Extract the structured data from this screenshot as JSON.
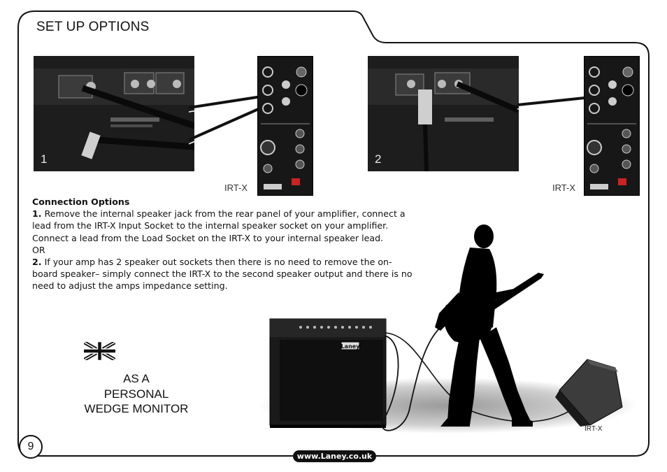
{
  "page": {
    "title": "SET UP OPTIONS",
    "page_number": "9",
    "website": "www.Laney.co.uk"
  },
  "figures": [
    {
      "number": "1",
      "device_label": "IRT-X"
    },
    {
      "number": "2",
      "device_label": "IRT-X"
    }
  ],
  "connection_options": {
    "heading": "Connection Options",
    "option1_num": "1.",
    "option1_text": " Remove the internal speaker jack from the rear panel of your amplifier, connect a lead from the IRT-X Input Socket to the internal speaker socket on your amplifier. Connect a lead from the Load Socket on the IRT-X to your internal speaker lead.",
    "or_text": "OR",
    "option2_num": "2.",
    "option2_text": " If your amp has 2 speaker out sockets then there is no need to remove the on-board speaker– simply connect the IRT-X to the second speaker output and there is no need to adjust the amps impedance setting."
  },
  "section": {
    "line1": "AS A",
    "line2": "PERSONAL",
    "line3": "WEDGE MONITOR"
  },
  "scene": {
    "amp_logo": "Laney",
    "wedge_label": "IRT-X"
  },
  "icons": {
    "flag": "uk-flag-icon"
  }
}
